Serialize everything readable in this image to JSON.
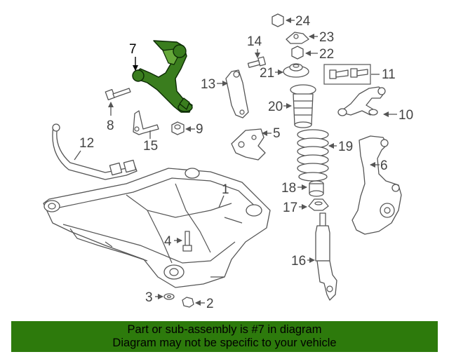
{
  "labels": {
    "p1": "1",
    "p2": "2",
    "p3": "3",
    "p4": "4",
    "p5": "5",
    "p6": "6",
    "p7": "7",
    "p8": "8",
    "p9": "9",
    "p10": "10",
    "p11": "11",
    "p12": "12",
    "p13": "13",
    "p14": "14",
    "p15": "15",
    "p16": "16",
    "p17": "17",
    "p18": "18",
    "p19": "19",
    "p20": "20",
    "p21": "21",
    "p22": "22",
    "p23": "23",
    "p24": "24"
  },
  "highlight_color": "#3a7d1e",
  "banner": {
    "color": "#2d7a0c",
    "line1": "Part or sub-assembly is #7 in diagram",
    "line2": "Diagram may not be specific to your vehicle"
  }
}
